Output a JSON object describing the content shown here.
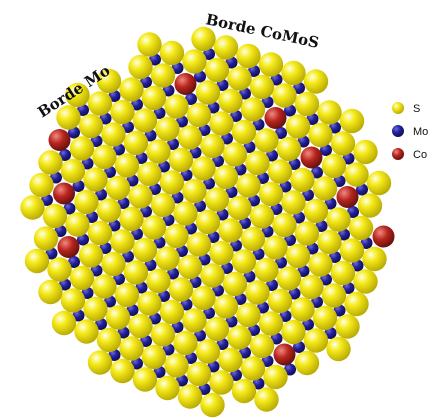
{
  "labels": {
    "edge_mo": "Borde Mo",
    "edge_comos": "Borde CoMoS"
  },
  "legend": [
    {
      "label": "S",
      "color": "#f2e600",
      "icon": "sulfur-atom-icon"
    },
    {
      "label": "Mo",
      "color": "#1c1a8c",
      "icon": "molybdenum-atom-icon"
    },
    {
      "label": "Co",
      "color": "#b5231c",
      "icon": "cobalt-atom-icon"
    }
  ],
  "colors": {
    "sulfur": "#f2e600",
    "molybdenum": "#1c1a8c",
    "cobalt": "#b5231c"
  }
}
